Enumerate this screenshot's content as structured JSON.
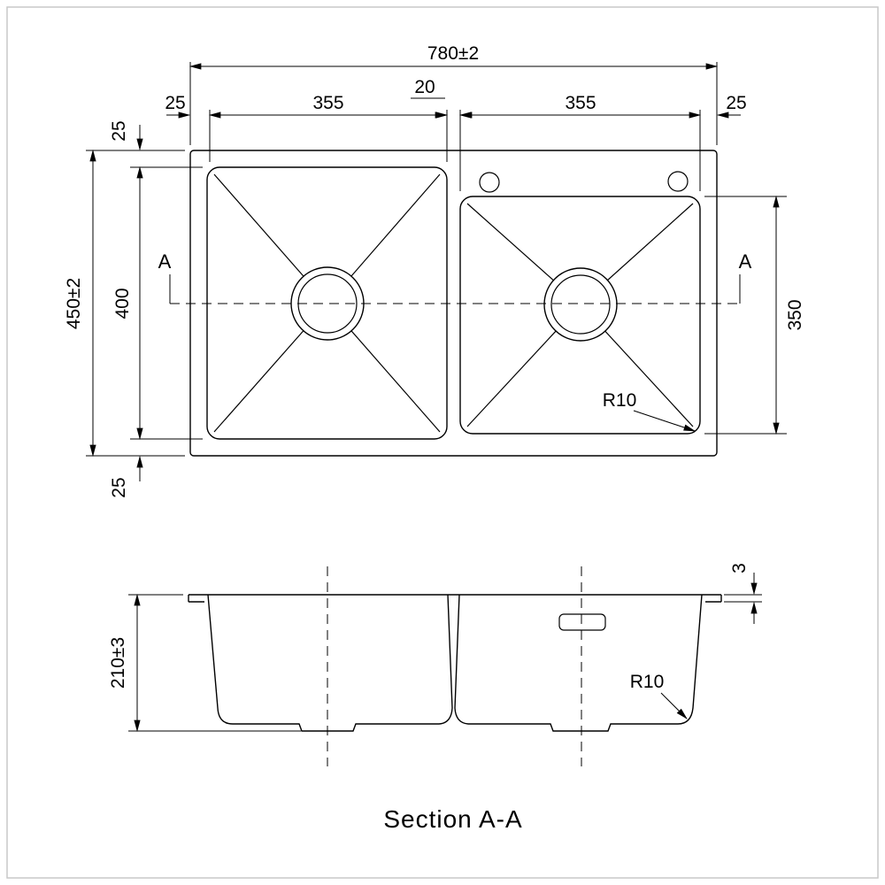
{
  "top_view": {
    "overall_width": "780±2",
    "left_edge": "25",
    "left_bowl_width": "355",
    "center_divider": "20",
    "right_bowl_width": "355",
    "right_edge": "25",
    "overall_depth": "450±2",
    "left_bowl_length": "400",
    "top_edge": "25",
    "bottom_edge": "25",
    "right_bowl_length": "350",
    "corner_radius": "R10",
    "section_marker_left": "A",
    "section_marker_right": "A"
  },
  "section_view": {
    "bowl_depth": "210±3",
    "rim_thickness": "3",
    "corner_radius": "R10",
    "caption": "Section A-A"
  },
  "colors": {
    "line": "#000000",
    "background": "#ffffff",
    "frame": "#c8c8c8"
  }
}
